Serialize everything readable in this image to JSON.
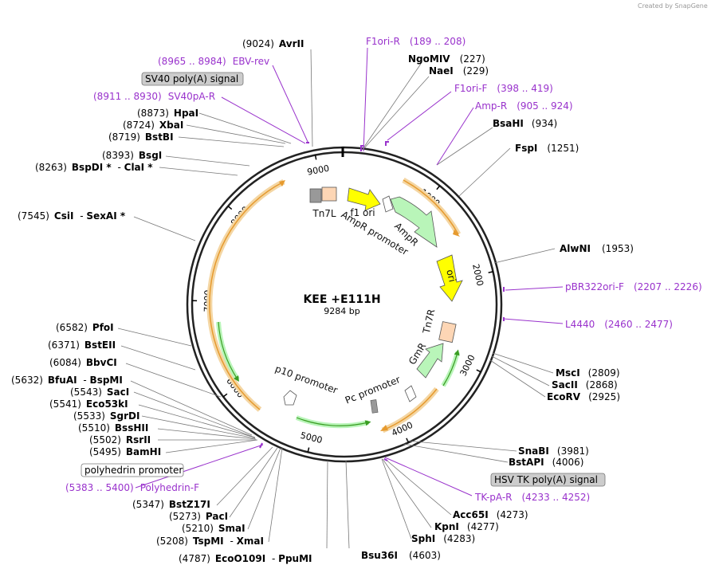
{
  "credit": "Created by SnapGene",
  "title": "KEE +E111H",
  "length": "9284 bp",
  "total_bp": 9284,
  "colors": {
    "backbone": "#222222",
    "orange_arrow": "#e69a2e",
    "green_arrow": "#3a9d23",
    "yellow": "#ffff00",
    "light_green": "#b9f5b9",
    "peach": "#fdd6b5",
    "gray_box": "#999999",
    "primer": "#9932cc",
    "feature_box": "#cccccc"
  },
  "ticks": [
    {
      "bp": 1000,
      "label": "1000"
    },
    {
      "bp": 2000,
      "label": "2000"
    },
    {
      "bp": 3000,
      "label": "3000"
    },
    {
      "bp": 4000,
      "label": "4000"
    },
    {
      "bp": 5000,
      "label": "5000"
    },
    {
      "bp": 6000,
      "label": "6000"
    },
    {
      "bp": 7000,
      "label": "7000"
    },
    {
      "bp": 8000,
      "label": "8000"
    },
    {
      "bp": 9000,
      "label": "9000"
    }
  ],
  "features": [
    {
      "name": "Tn7L",
      "label": "Tn7L"
    },
    {
      "name": "f1 ori",
      "label": "f1 ori"
    },
    {
      "name": "AmpR promoter",
      "label": "AmpR promoter"
    },
    {
      "name": "AmpR",
      "label": "AmpR"
    },
    {
      "name": "ori",
      "label": "ori"
    },
    {
      "name": "Tn7R",
      "label": "Tn7R"
    },
    {
      "name": "GmR",
      "label": "GmR"
    },
    {
      "name": "Pc promoter",
      "label": "Pc promoter"
    },
    {
      "name": "p10 promoter",
      "label": "p10 promoter"
    }
  ],
  "sites": [
    {
      "id": "avrii",
      "pos": "(9024)",
      "name": "AvrII"
    },
    {
      "id": "ngomiv",
      "pos": "(227)",
      "name": "NgoMIV"
    },
    {
      "id": "naei",
      "pos": "(229)",
      "name": "NaeI"
    },
    {
      "id": "bsahi",
      "pos": "(934)",
      "name": "BsaHI"
    },
    {
      "id": "fspi",
      "pos": "(1251)",
      "name": "FspI"
    },
    {
      "id": "alwni",
      "pos": "(1953)",
      "name": "AlwNI"
    },
    {
      "id": "msci",
      "pos": "(2809)",
      "name": "MscI"
    },
    {
      "id": "sacii",
      "pos": "(2868)",
      "name": "SacII"
    },
    {
      "id": "ecorv",
      "pos": "(2925)",
      "name": "EcoRV"
    },
    {
      "id": "snabi",
      "pos": "(3981)",
      "name": "SnaBI"
    },
    {
      "id": "bstapi",
      "pos": "(4006)",
      "name": "BstAPI"
    },
    {
      "id": "acc65i",
      "pos": "(4273)",
      "name": "Acc65I"
    },
    {
      "id": "kpni",
      "pos": "(4277)",
      "name": "KpnI"
    },
    {
      "id": "sphi",
      "pos": "(4283)",
      "name": "SphI"
    },
    {
      "id": "bsu36i",
      "pos": "(4603)",
      "name": "Bsu36I"
    },
    {
      "id": "eco0109i",
      "pos": "(4787)",
      "name": "EcoO109I",
      "name2": "PpuMI"
    },
    {
      "id": "tspmi",
      "pos": "(5208)",
      "name": "TspMI",
      "name2": "XmaI"
    },
    {
      "id": "smai",
      "pos": "(5210)",
      "name": "SmaI"
    },
    {
      "id": "paci",
      "pos": "(5273)",
      "name": "PacI"
    },
    {
      "id": "bstz17i",
      "pos": "(5347)",
      "name": "BstZ17I"
    },
    {
      "id": "bamhi",
      "pos": "(5495)",
      "name": "BamHI"
    },
    {
      "id": "rsrii",
      "pos": "(5502)",
      "name": "RsrII"
    },
    {
      "id": "bsshii",
      "pos": "(5510)",
      "name": "BssHII"
    },
    {
      "id": "sgrdi",
      "pos": "(5533)",
      "name": "SgrDI"
    },
    {
      "id": "eco53ki",
      "pos": "(5541)",
      "name": "Eco53kI"
    },
    {
      "id": "saci",
      "pos": "(5543)",
      "name": "SacI"
    },
    {
      "id": "bfuai",
      "pos": "(5632)",
      "name": "BfuAI",
      "name2": "BspMI"
    },
    {
      "id": "bbvci",
      "pos": "(6084)",
      "name": "BbvCI"
    },
    {
      "id": "bsteii",
      "pos": "(6371)",
      "name": "BstEII"
    },
    {
      "id": "pfoi",
      "pos": "(6582)",
      "name": "PfoI"
    },
    {
      "id": "csii",
      "pos": "(7545)",
      "name": "CsiI",
      "name2": "SexAI *"
    },
    {
      "id": "bspdi",
      "pos": "(8263)",
      "name": "BspDI *",
      "name2": "ClaI *"
    },
    {
      "id": "bsgi",
      "pos": "(8393)",
      "name": "BsgI"
    },
    {
      "id": "bstbi",
      "pos": "(8719)",
      "name": "BstBI"
    },
    {
      "id": "xbai",
      "pos": "(8724)",
      "name": "XbaI"
    },
    {
      "id": "hpai",
      "pos": "(8873)",
      "name": "HpaI"
    }
  ],
  "primers": [
    {
      "id": "f1ori_r",
      "name": "F1ori-R",
      "range": "(189 .. 208)"
    },
    {
      "id": "f1ori_f",
      "name": "F1ori-F",
      "range": "(398 .. 419)"
    },
    {
      "id": "amp_r",
      "name": "Amp-R",
      "range": "(905 .. 924)"
    },
    {
      "id": "pbr322",
      "name": "pBR322ori-F",
      "range": "(2207 .. 2226)"
    },
    {
      "id": "l4440",
      "name": "L4440",
      "range": "(2460 .. 2477)"
    },
    {
      "id": "tkpa",
      "name": "TK-pA-R",
      "range": "(4233 .. 4252)"
    },
    {
      "id": "polyhf",
      "name": "Polyhedrin-F",
      "range": "(5383 .. 5400)"
    },
    {
      "id": "sv40r",
      "name": "SV40pA-R",
      "range": "(8911 .. 8930)"
    },
    {
      "id": "ebv",
      "name": "EBV-rev",
      "range": "(8965 .. 8984)"
    }
  ],
  "boxed_labels": {
    "sv40": "SV40 poly(A) signal",
    "hsvtk": "HSV TK poly(A) signal",
    "polyhedrin": "polyhedrin promoter"
  }
}
